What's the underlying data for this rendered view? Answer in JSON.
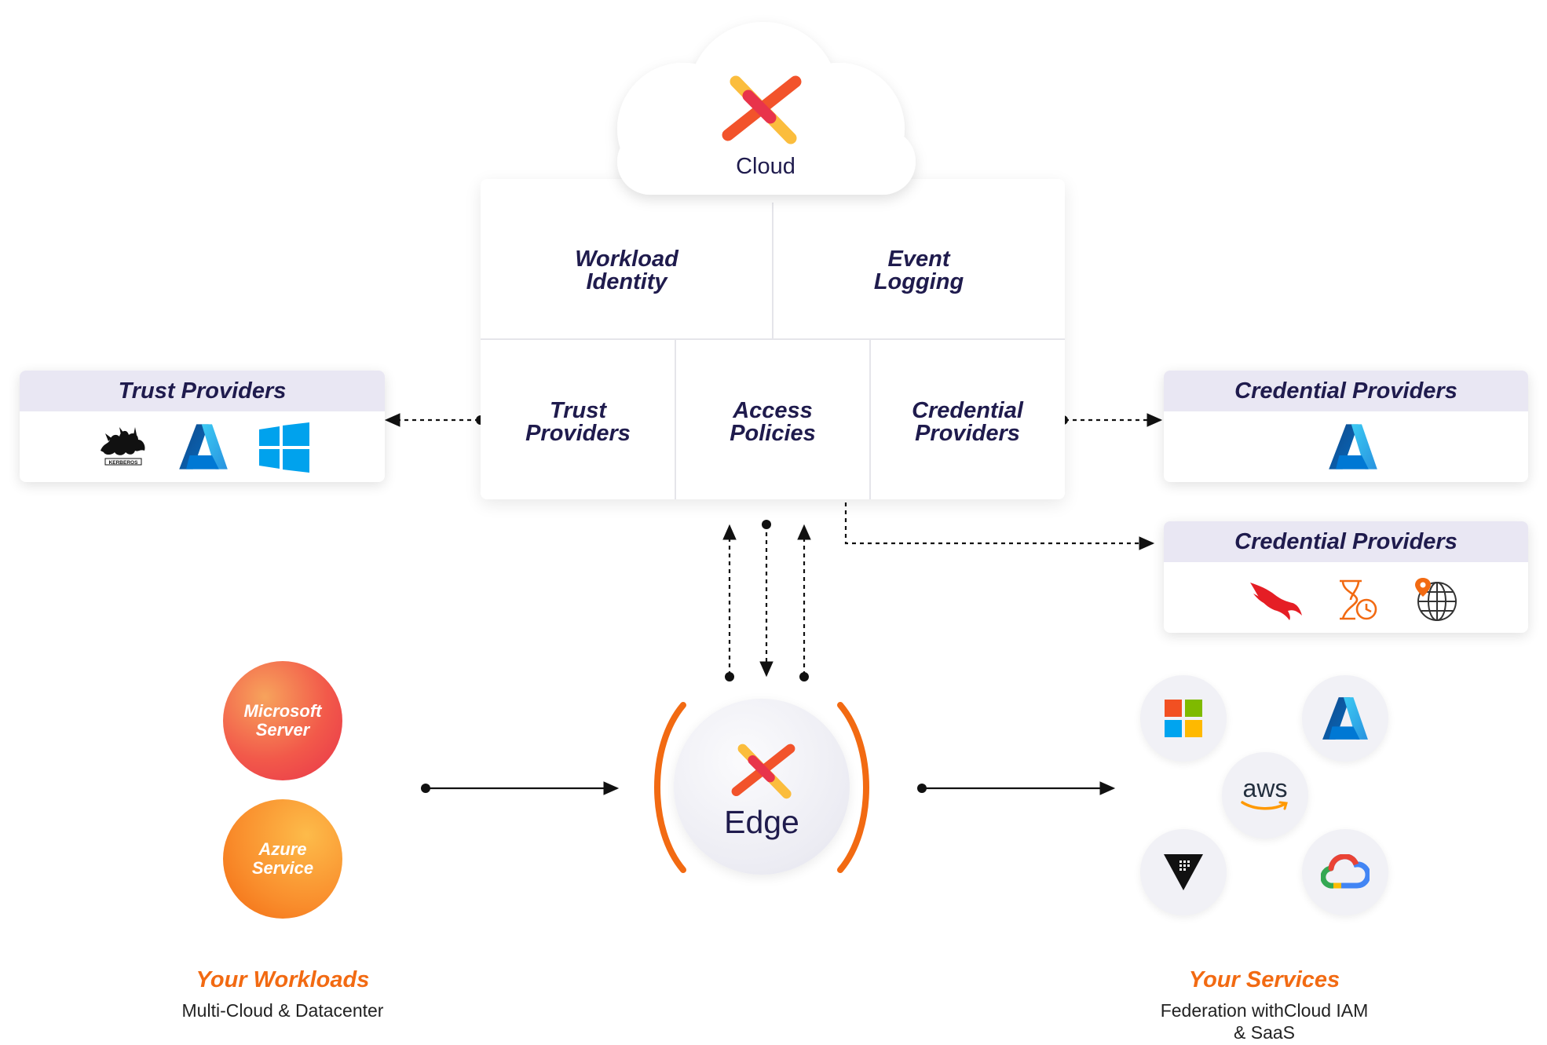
{
  "cloud": {
    "label": "Cloud"
  },
  "platform": {
    "top_cells": [
      {
        "line1": "Workload",
        "line2": "Identity"
      },
      {
        "line1": "Event",
        "line2": "Logging"
      }
    ],
    "bottom_cells": [
      {
        "line1": "Trust",
        "line2": "Providers"
      },
      {
        "line1": "Access",
        "line2": "Policies"
      },
      {
        "line1": "Credential",
        "line2": "Providers"
      }
    ]
  },
  "trust_providers": {
    "title": "Trust Providers",
    "icons": [
      "kerberos-icon",
      "azure-icon",
      "windows-icon"
    ],
    "kerberos_text": "KERBEROS"
  },
  "credential_providers_top": {
    "title": "Credential Providers",
    "icons": [
      "azure-icon"
    ]
  },
  "credential_providers_bottom": {
    "title": "Credential Providers",
    "icons": [
      "crowdstrike-icon",
      "time-icon",
      "geolocation-icon"
    ]
  },
  "edge": {
    "label": "Edge"
  },
  "workloads": {
    "items": [
      {
        "line1": "Microsoft",
        "line2": "Server"
      },
      {
        "line1": "Azure",
        "line2": "Service"
      }
    ],
    "title": "Your Workloads",
    "subtitle": "Multi-Cloud & Datacenter"
  },
  "services": {
    "icons": [
      "microsoft-icon",
      "azure-icon",
      "aws-icon",
      "vault-icon",
      "google-cloud-icon"
    ],
    "aws_text": "aws",
    "title": "Your Services",
    "subtitle_line1": "Federation withCloud IAM",
    "subtitle_line2": "& SaaS"
  },
  "colors": {
    "accent_orange": "#f26a12",
    "navy": "#1f1b4d",
    "header_lavender": "#e9e7f3",
    "azure_blue": "#0f6fd0"
  }
}
